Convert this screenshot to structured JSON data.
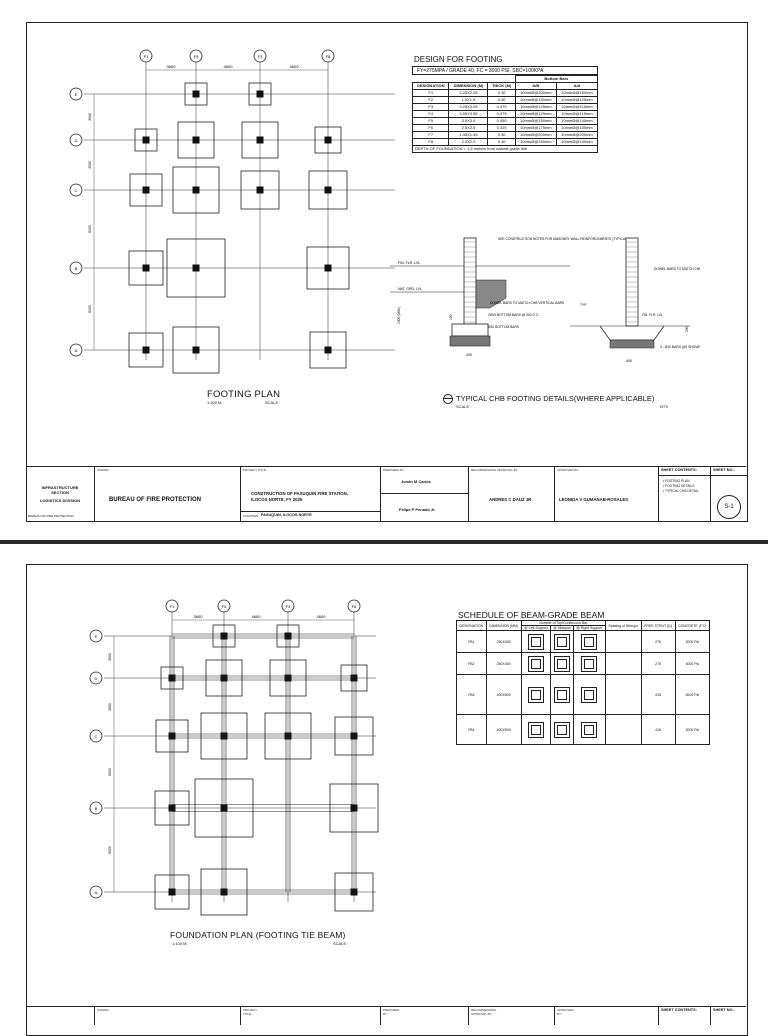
{
  "sheet1": {
    "design_title": "DESIGN FOR FOOTING",
    "spec_line": "FY=275MPA / GRADE 40, FC = 3000 PSI, SBC=100KPA",
    "table": {
      "group_header": "Bottom Bars",
      "headers": [
        "DESIGNATION",
        "DIMENSION (M)",
        "THICK (M)",
        "A/B",
        "A/d"
      ],
      "rows": [
        [
          "F1",
          "2.25X2.25",
          "0.30",
          "10mmØ@200mm",
          "10mmØ@150mm"
        ],
        [
          "F2",
          "1.5X1.5",
          "0.30",
          "10mmØ@150mm",
          "10mmØ@125mm"
        ],
        [
          "F3",
          "3.25X3.25",
          "0.375",
          "10mmØ@125mm",
          "10mmØ@115mm"
        ],
        [
          "F4",
          "3.55X3.55",
          "0.475",
          "10mmØ@125mm",
          "10mmØ@115mm"
        ],
        [
          "F5",
          "3.0X3.0",
          "0.450",
          "10mmØ@150mm",
          "10mmØ@140mm"
        ],
        [
          "F6",
          "2.5X2.5",
          "0.325",
          "10mmØ@175mm",
          "10mmØ@155mm"
        ],
        [
          "F7",
          "1.45X1.45",
          "0.30",
          "10mmØ@200mm",
          "10mmØ@200mm"
        ],
        [
          "F8",
          "2.0X2.0",
          "0.30",
          "10mmØ@150mm",
          "10mmØ@140mm"
        ]
      ],
      "footer": "DEPTH OF FOUNDATION = 1.5 meters from natural grade line"
    },
    "plan_title": "FOOTING PLAN",
    "plan_scale": "1:100 M.",
    "plan_scale_label": "SCALE :",
    "grid_cols": [
      "F1",
      "F5",
      "F3",
      "F8"
    ],
    "grid_rows": [
      "E",
      "D",
      "C",
      "B",
      "A"
    ],
    "dims_top": [
      "3600",
      "4600",
      "4600"
    ],
    "dims_side": [
      "3000",
      "4000",
      "6000",
      "6000"
    ],
    "detail_title": "TYPICAL CHB FOOTING DETAILS(WHERE APPLICABLE)",
    "detail_scale": "SCALE :",
    "detail_nts": "NTS",
    "detail_notes": {
      "n1": "SEE CONSTRUCTION NOTES FOR MASONRY WALL REINFORCEMENTS (TYPICAL)",
      "n2": "DOWEL BARS TO MATCH CHB VERTICAL BARS",
      "n3": "DOWEL BARS TO MATCH CHB VERTICAL BARS",
      "n4": "2Ø10 BOTTOM BARS @ 300 O.C.",
      "n5": "Ø10 BOTTOM BARS",
      "n6": "3 - Ø10 BARS (AS SHOWN) Ø10 BOTT. BARS @ 300 O.C.",
      "ffl1": "FIN. FLR. LVL.",
      "ngl": "NAT. GRD. LVL.",
      "ffl2": "FIN. FLR. LVL.",
      "dim400a": "400",
      "dim400b": "400",
      "dim150": "150",
      "dim250": "250",
      "dim1000": "1000 (MIN.)",
      "typ": "TYP."
    }
  },
  "titleblock": {
    "office_line1": "INFRASTRUCTURE",
    "office_line2": "SECTION",
    "office_line3": "LOGISTICS DIVISION",
    "office_sub": "BUREAU OF FIRE PROTECTION",
    "owner_label": "OWNER:",
    "owner": "BUREAU OF FIRE PROTECTION",
    "project_label": "PROJECT TITLE:",
    "project_line1": "CONSTRUCTION OF PASUQUIN FIRE STATION,",
    "project_line2": "ILOCOS NORTE, FY 2025",
    "location_label": "LOCATION:",
    "location": "PASUQUIN, ILOCOS NORTE",
    "prepared_label": "PREPARED BY:",
    "preparer1": "Jonan M Carlos",
    "preparer2": "Felipe P Penado Jr.",
    "recommended_label": "RECOMMENDING APPROVAL BY:",
    "recommender": "ANDRES C DAUZ JR",
    "approved_label": "APPROVED BY:",
    "approver": "LEONIDA V GUMANAB-ROSALES",
    "contents_label": "SHEET CONTENTS:",
    "contents": [
      "FOOTING PLAN",
      "FOOTING DETAILS",
      "TYPICAL CHB DETAIL"
    ],
    "sheetno_label": "SHEET NO.:",
    "sheetno": "S-1"
  },
  "sheet2": {
    "schedule_title": "SCHEDULE OF BEAM-GRADE BEAM",
    "schedule_headers": [
      "DESIGNATION",
      "DIMENSION (MM)",
      "Number of Top/Continuous Bar",
      "Spacing of Stirrups",
      "FREE STRUT (D)",
      "CONCRETE (F'C)"
    ],
    "schedule_subheaders": [
      "@ Left Support",
      "@ Midspan",
      "@ Right Support"
    ],
    "schedule_rows": [
      {
        "des": "FB1",
        "dim": "250X400",
        "strut": "275",
        "fc": "3000 Psi"
      },
      {
        "des": "FB2",
        "dim": "250X400",
        "strut": "275",
        "fc": "3000 Psi"
      },
      {
        "des": "FB3",
        "dim": "400X500",
        "strut": "415",
        "fc": "3000 Psi"
      },
      {
        "des": "FB4",
        "dim": "400X500",
        "strut": "415",
        "fc": "3000 Psi"
      }
    ],
    "plan_title": "FOUNDATION PLAN (FOOTING TIE BEAM)",
    "plan_scale": "1:100 M.",
    "plan_scale_label": "SCALE :",
    "grid_cols": [
      "F1",
      "F5",
      "F3",
      "F8"
    ],
    "grid_rows": [
      "E",
      "D",
      "C",
      "B",
      "A"
    ],
    "dims_top": [
      "3600",
      "4600",
      "4600"
    ],
    "dims_side": [
      "3000",
      "4000",
      "6000",
      "6000"
    ]
  }
}
